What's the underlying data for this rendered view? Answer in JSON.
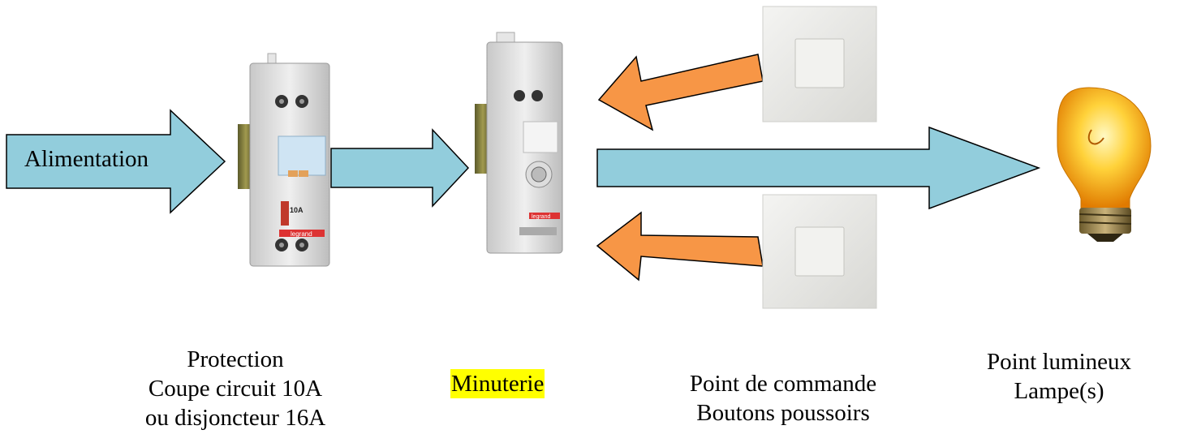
{
  "diagram": {
    "input_label": "Alimentation",
    "protection": {
      "lines": [
        "Protection",
        "Coupe circuit 10A",
        "ou disjoncteur 16A"
      ],
      "device_rating": "10A",
      "brand": "legrand"
    },
    "timer": {
      "label": "Minuterie",
      "highlight_color": "#ffff00",
      "brand": "legrand"
    },
    "command": {
      "lines": [
        "Point de commande",
        "Boutons poussoirs"
      ]
    },
    "light": {
      "lines": [
        "Point lumineux",
        "Lampe(s)"
      ]
    },
    "colors": {
      "power_arrow": "#92cddc",
      "command_arrow": "#f79646",
      "outline": "#000000"
    }
  }
}
